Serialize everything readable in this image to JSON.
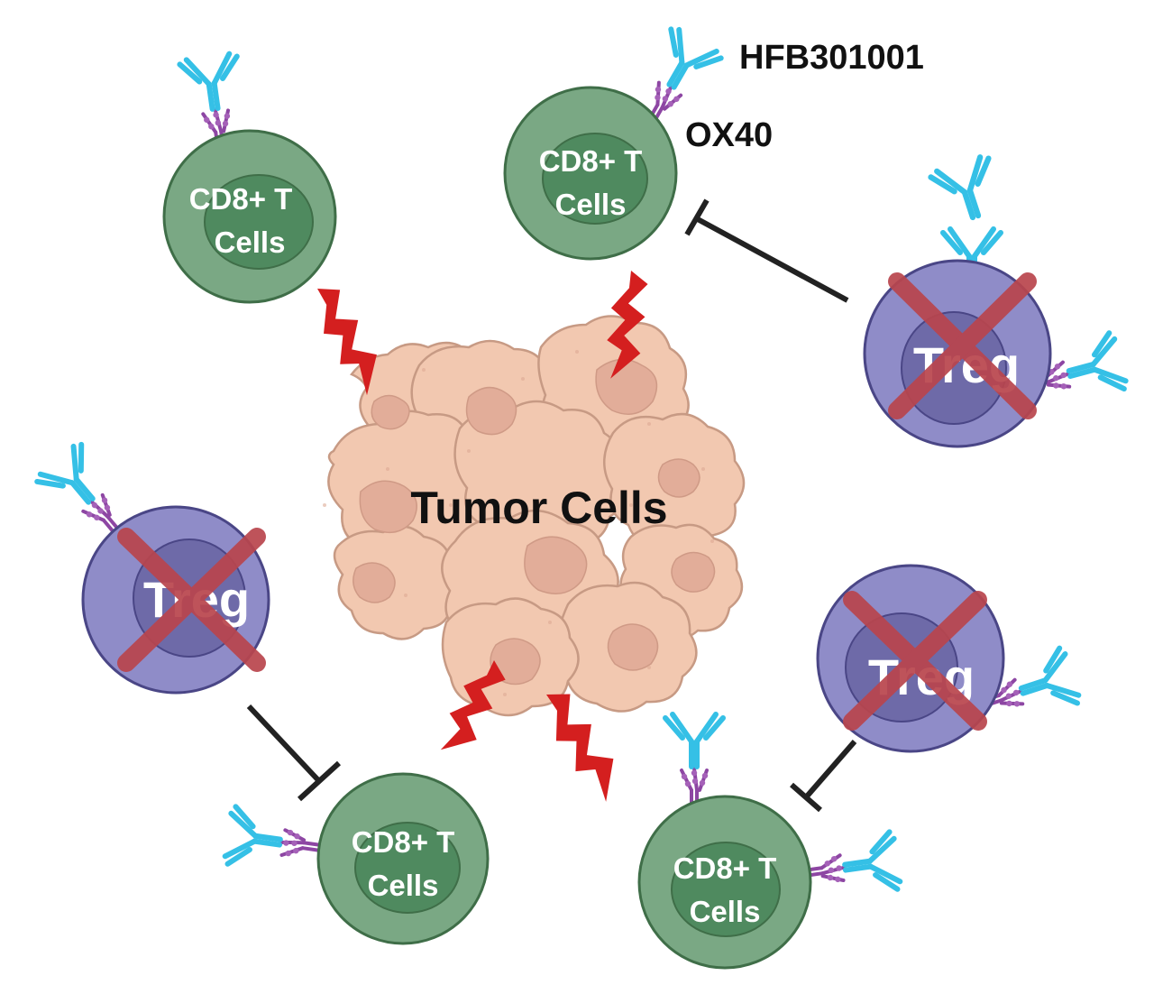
{
  "labels": {
    "tumor": "Tumor Cells",
    "cd8_line1": "CD8+ T",
    "cd8_line2": "Cells",
    "treg": "Treg",
    "antibody": "HFB301001",
    "receptor": "OX40"
  },
  "colors": {
    "cd8_outer": "#7aa884",
    "cd8_inner": "#4f8a5f",
    "cd8_stroke": "#3f6e48",
    "treg_outer": "#8f8cc8",
    "treg_inner": "#6e6aa8",
    "treg_stroke": "#4a4686",
    "cross": "#b9454d",
    "tumor_fill": "#f2c8b0",
    "tumor_stroke": "#c79a84",
    "tumor_nucleus": "#e2ad99",
    "lightning": "#d41f1f",
    "inhibition": "#222222",
    "antibody": "#35c0e6",
    "ox40": "#8d46a3"
  },
  "icons": {
    "antibody": "antibody-icon",
    "receptor": "ox40-receptor-icon",
    "lightning": "lightning-bolt-icon",
    "inhibition": "inhibition-arrow-icon",
    "cross": "cross-out-icon"
  }
}
